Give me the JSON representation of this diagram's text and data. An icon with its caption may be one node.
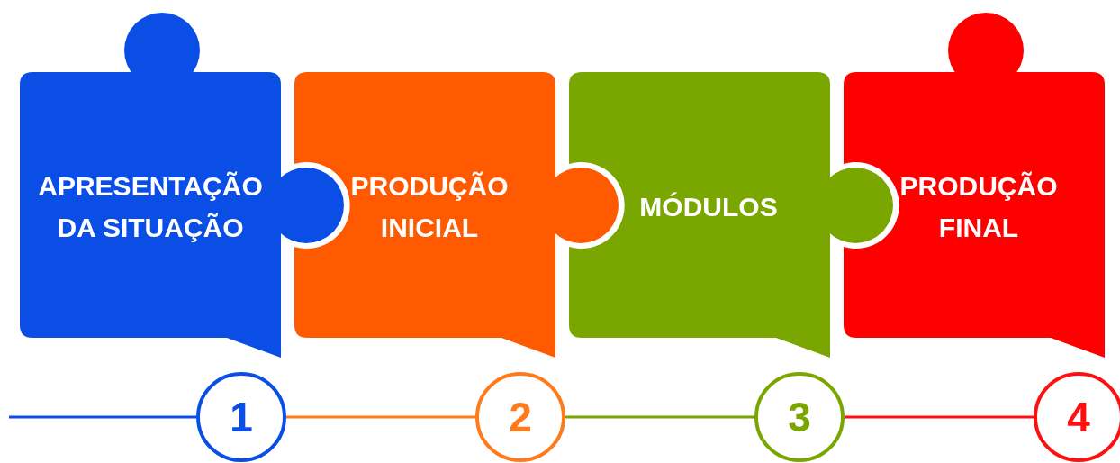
{
  "diagram": {
    "nodes": [
      {
        "text": [
          "APRESENTAÇÃO DA SITUAÇÃO"
        ]
      },
      {
        "text": [
          "PRODUÇÃO INICIAL"
        ]
      },
      {
        "text": [
          "MÓDULOS"
        ]
      },
      {
        "text": [
          "PRODUÇÃO FINAL"
        ]
      },
      {
        "text": [
          "1"
        ]
      },
      {
        "text": [
          "2"
        ]
      },
      {
        "text": [
          "3"
        ]
      },
      {
        "text": [
          "4"
        ]
      }
    ],
    "edges": [
      {
        "from": null,
        "to": 4,
        "arrow": "none",
        "color": "#0b4ee6"
      },
      {
        "from": 4,
        "to": 5,
        "arrow": "none",
        "color": "#ff7a1a"
      },
      {
        "from": 5,
        "to": 6,
        "arrow": "none",
        "color": "#7aa600"
      },
      {
        "from": 6,
        "to": 7,
        "arrow": "none",
        "color": "#ff1010"
      }
    ]
  }
}
